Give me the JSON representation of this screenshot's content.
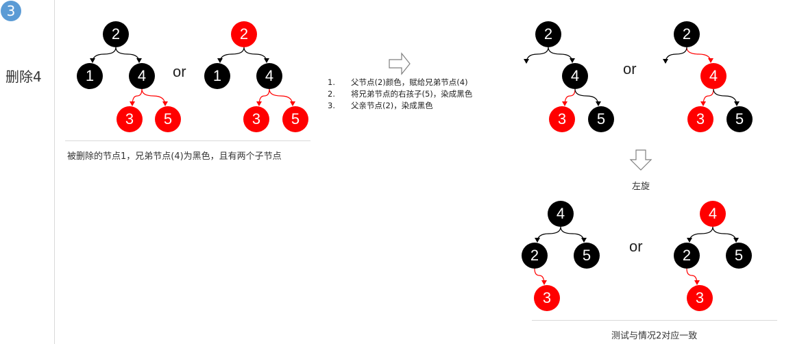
{
  "step_number": "3",
  "section_title": "删除4",
  "or_label": "or",
  "left_caption": "被删除的节点1，兄弟节点(4)为黑色，且有两个子节点",
  "steps": [
    {
      "num": "1.",
      "text": "父节点(2)颜色，赋给兄弟节点(4)"
    },
    {
      "num": "2.",
      "text": "将兄弟节点的右孩子(5)，染成黑色"
    },
    {
      "num": "3.",
      "text": "父亲节点(2)，染成黑色"
    }
  ],
  "rotate_label": "左旋",
  "bottom_caption": "测试与情况2对应一致",
  "colors": {
    "black": "#000000",
    "red": "#ff0000",
    "badge": "#5b9bd5",
    "divider": "#d9d9d9"
  },
  "trees": {
    "left_a": [
      {
        "key": "2",
        "color": "black"
      },
      {
        "key": "1",
        "color": "black"
      },
      {
        "key": "4",
        "color": "black"
      },
      {
        "key": "3",
        "color": "red"
      },
      {
        "key": "5",
        "color": "red"
      }
    ],
    "left_b": [
      {
        "key": "2",
        "color": "red"
      },
      {
        "key": "1",
        "color": "black"
      },
      {
        "key": "4",
        "color": "black"
      },
      {
        "key": "3",
        "color": "red"
      },
      {
        "key": "5",
        "color": "red"
      }
    ],
    "right_top_a": [
      {
        "key": "2",
        "color": "black"
      },
      {
        "key": "4",
        "color": "black"
      },
      {
        "key": "3",
        "color": "red"
      },
      {
        "key": "5",
        "color": "black"
      }
    ],
    "right_top_b": [
      {
        "key": "2",
        "color": "black"
      },
      {
        "key": "4",
        "color": "red"
      },
      {
        "key": "3",
        "color": "red"
      },
      {
        "key": "5",
        "color": "black"
      }
    ],
    "right_bottom_a": [
      {
        "key": "4",
        "color": "black"
      },
      {
        "key": "2",
        "color": "black"
      },
      {
        "key": "5",
        "color": "black"
      },
      {
        "key": "3",
        "color": "red"
      }
    ],
    "right_bottom_b": [
      {
        "key": "4",
        "color": "red"
      },
      {
        "key": "2",
        "color": "black"
      },
      {
        "key": "5",
        "color": "black"
      },
      {
        "key": "3",
        "color": "red"
      }
    ]
  }
}
